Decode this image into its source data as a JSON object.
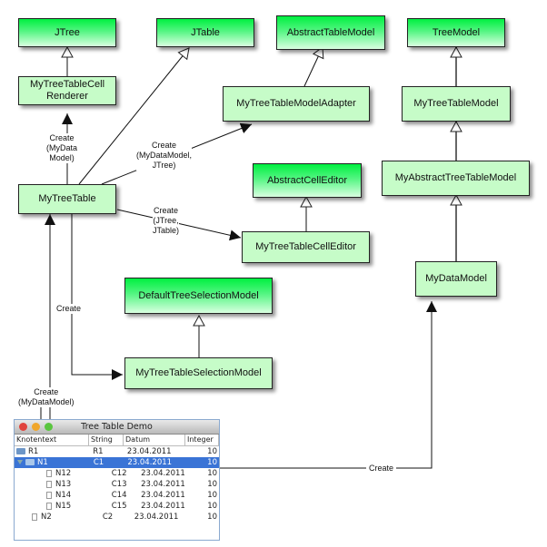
{
  "diagram": {
    "boxes": {
      "jtree": "JTree",
      "jtable": "JTable",
      "abstract_table_model": "AbstractTableModel",
      "tree_model": "TreeModel",
      "cell_renderer_line1": "MyTreeTableCell",
      "cell_renderer_line2": "Renderer",
      "model_adapter": "MyTreeTableModelAdapter",
      "tree_table_model": "MyTreeTableModel",
      "abstract_cell_editor": "AbstractCellEditor",
      "abstract_tree_table_model": "MyAbstractTreeTableModel",
      "my_tree_table": "MyTreeTable",
      "cell_editor": "MyTreeTableCellEditor",
      "default_selection_model": "DefaultTreeSelectionModel",
      "data_model": "MyDataModel",
      "selection_model": "MyTreeTableSelectionModel"
    },
    "labels": {
      "create_renderer": "Create\n(MyData\nModel)",
      "create_adapter": "Create\n(MyDataModel,\nJTree)",
      "create_editor": "Create\n(JTree,\nJTable)",
      "create_selection": "Create",
      "create_tree_table": "Create\n(MyDataModel)",
      "create_data_model": "Create"
    },
    "colors": {
      "library_class": "#00f040",
      "own_class": "#c6fcc8",
      "selection": "#3a74d6"
    }
  },
  "window": {
    "title": "Tree Table Demo",
    "columns": [
      "Knotentext",
      "String",
      "Datum",
      "Integer"
    ],
    "rows": [
      {
        "node": "R1",
        "string": "R1",
        "date": "23.04.2011",
        "int": "10"
      },
      {
        "node": "N1",
        "string": "C1",
        "date": "23.04.2011",
        "int": "10"
      },
      {
        "node": "N12",
        "string": "C12",
        "date": "23.04.2011",
        "int": "10"
      },
      {
        "node": "N13",
        "string": "C13",
        "date": "23.04.2011",
        "int": "10"
      },
      {
        "node": "N14",
        "string": "C14",
        "date": "23.04.2011",
        "int": "10"
      },
      {
        "node": "N15",
        "string": "C15",
        "date": "23.04.2011",
        "int": "10"
      },
      {
        "node": "N2",
        "string": "C2",
        "date": "23.04.2011",
        "int": "10"
      }
    ]
  }
}
